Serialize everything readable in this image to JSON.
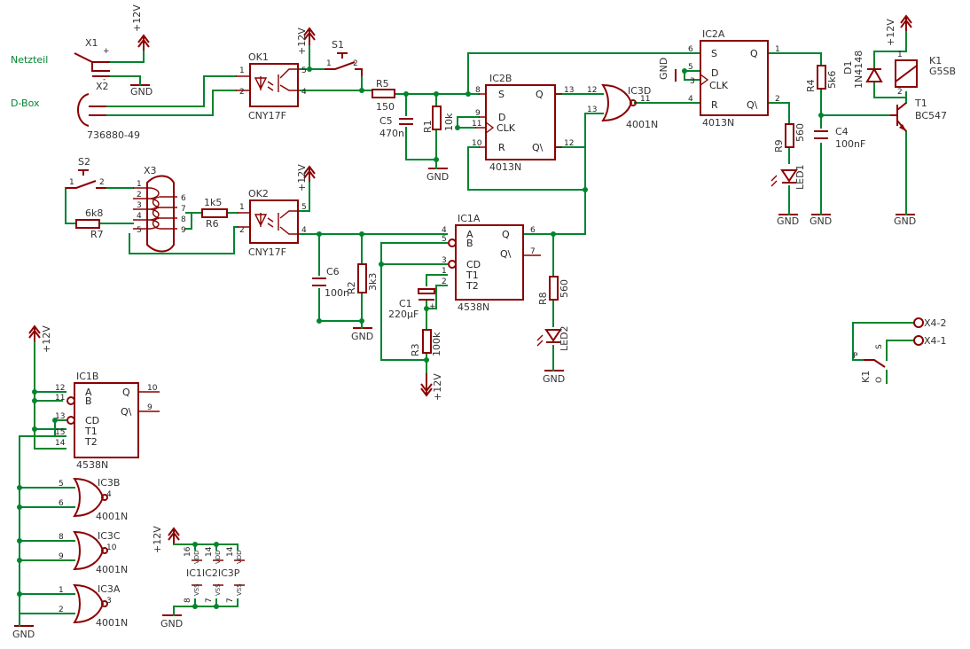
{
  "side_labels": {
    "netzteil": "Netzteil",
    "dbox": "D-Box"
  },
  "connectors": {
    "x1": {
      "name": "X1",
      "plus": "+",
      "minus": "-"
    },
    "x2": {
      "name": "X2",
      "part": "736880-49"
    },
    "x3": {
      "name": "X3",
      "pins": [
        "1",
        "2",
        "3",
        "4",
        "5",
        "6",
        "7",
        "8",
        "9"
      ]
    },
    "x4_2": "X4-2",
    "x4_1": "X4-1"
  },
  "supply": {
    "vcc": "+12V",
    "gnd": "GND"
  },
  "optocouplers": [
    {
      "name": "OK1",
      "value": "CNY17F",
      "pins": [
        "1",
        "2",
        "5",
        "4"
      ]
    },
    {
      "name": "OK2",
      "value": "CNY17F",
      "pins": [
        "1",
        "2",
        "5",
        "4"
      ]
    }
  ],
  "switches": [
    {
      "name": "S1",
      "pins": [
        "1",
        "2"
      ]
    },
    {
      "name": "S2",
      "pins": [
        "1",
        "2"
      ]
    }
  ],
  "resistors": [
    {
      "name": "R5",
      "value": "150"
    },
    {
      "name": "R1",
      "value": "10k"
    },
    {
      "name": "R6",
      "value": "1k5"
    },
    {
      "name": "R7",
      "value": "6k8"
    },
    {
      "name": "R2",
      "value": "3k3"
    },
    {
      "name": "R3",
      "value": "100k"
    },
    {
      "name": "R8",
      "value": "560"
    },
    {
      "name": "R9",
      "value": "560"
    },
    {
      "name": "R4",
      "value": "5k6"
    }
  ],
  "capacitors": [
    {
      "name": "C5",
      "value": "470n"
    },
    {
      "name": "C6",
      "value": "100n"
    },
    {
      "name": "C1",
      "value": "220µF"
    },
    {
      "name": "C4",
      "value": "100nF"
    }
  ],
  "ic2b": {
    "name": "IC2B",
    "type": "4013N",
    "pins": {
      "s": "8",
      "d": "9",
      "clk": "11",
      "r": "10",
      "q": "13",
      "qn": "12"
    },
    "labels": {
      "s": "S",
      "d": "D",
      "clk": "CLK",
      "r": "R",
      "q": "Q",
      "qn": "Q\\"
    }
  },
  "ic2a": {
    "name": "IC2A",
    "type": "4013N",
    "pins": {
      "s": "6",
      "d": "5",
      "clk": "3",
      "r": "4",
      "q": "1",
      "qn": "2"
    },
    "labels": {
      "s": "S",
      "d": "D",
      "clk": "CLK",
      "r": "R",
      "q": "Q",
      "qn": "Q\\"
    }
  },
  "ic3d": {
    "name": "IC3D",
    "type": "4001N",
    "pins": [
      "12",
      "13",
      "11"
    ]
  },
  "ic1a": {
    "name": "IC1A",
    "type": "4538N",
    "pins": {
      "a": "4",
      "b": "5",
      "cd": "3",
      "t1": "1",
      "t2": "2",
      "q": "6",
      "qn": "7"
    },
    "labels": {
      "a": "A",
      "b": "B",
      "cd": "CD",
      "t1": "T1",
      "t2": "T2",
      "q": "Q",
      "qn": "Q\\"
    }
  },
  "ic1b": {
    "name": "IC1B",
    "type": "4538N",
    "pins": {
      "a": "12",
      "b": "11",
      "cd": "13",
      "t1": "15",
      "t2": "14",
      "q": "10",
      "qn": "9"
    },
    "labels": {
      "a": "A",
      "b": "B",
      "cd": "CD",
      "t1": "T1",
      "t2": "T2",
      "q": "Q",
      "qn": "Q\\"
    }
  },
  "ic3b": {
    "name": "IC3B",
    "type": "4001N",
    "pins": [
      "5",
      "6",
      "4"
    ]
  },
  "ic3c": {
    "name": "IC3C",
    "type": "4001N",
    "pins": [
      "8",
      "9",
      "10"
    ]
  },
  "ic3a": {
    "name": "IC3A",
    "type": "4001N",
    "pins": [
      "1",
      "2",
      "3"
    ]
  },
  "leds": [
    {
      "name": "LED1"
    },
    {
      "name": "LED2"
    }
  ],
  "diode": {
    "name": "D1",
    "value": "1N4148"
  },
  "transistor": {
    "name": "T1",
    "value": "BC547"
  },
  "relay": {
    "name": "K1",
    "value": "G5SB",
    "pins": [
      "1",
      "2"
    ],
    "contacts": {
      "p": "P",
      "s": "S",
      "o": "O"
    }
  },
  "power_pins": {
    "labels": "IC1IC2IC3P",
    "vdd": "VDD",
    "vss": "VSS",
    "vdd_pins": [
      "16",
      "14",
      "14"
    ],
    "vss_pins": [
      "8",
      "7",
      "7"
    ]
  }
}
